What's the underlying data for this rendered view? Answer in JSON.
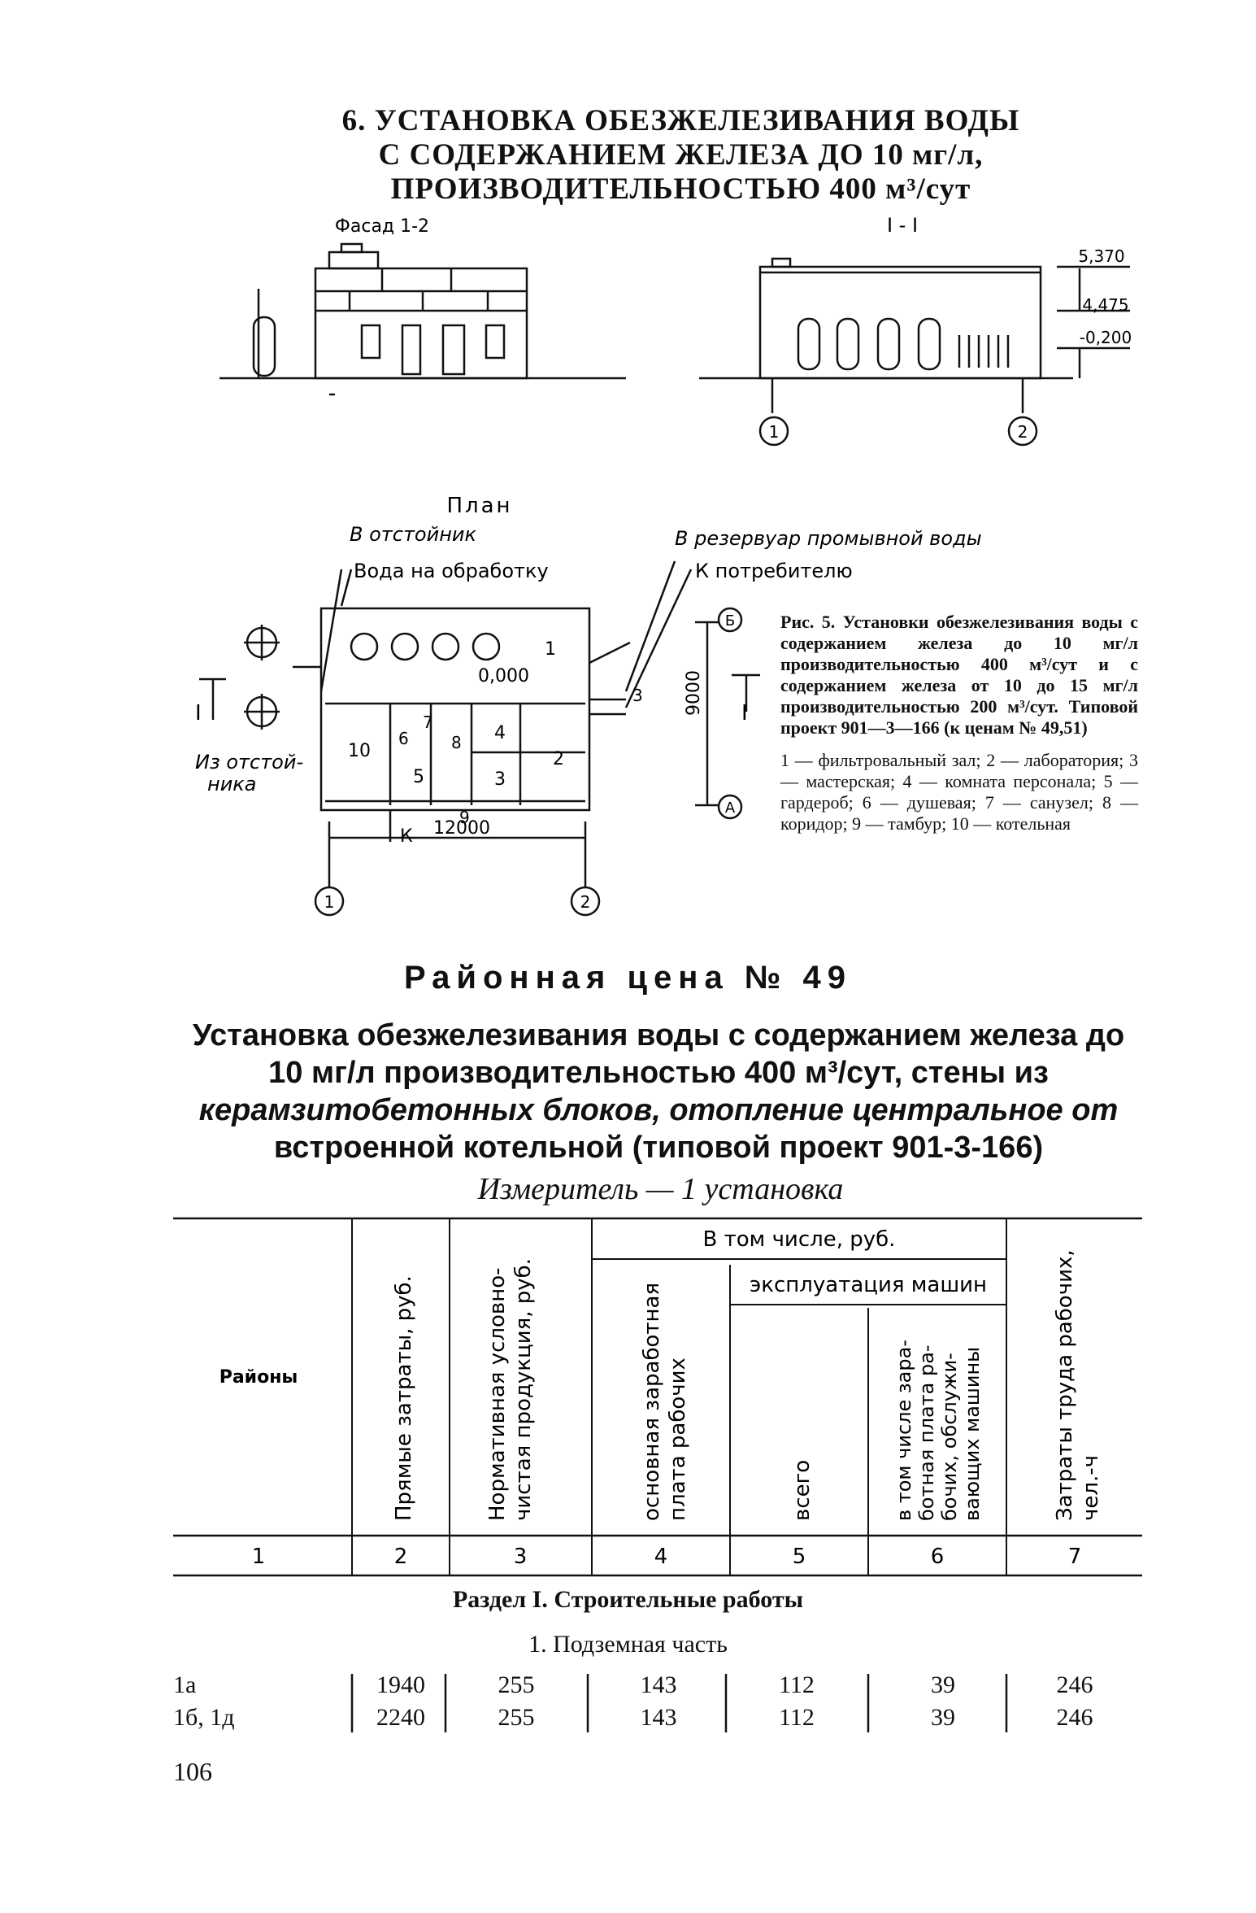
{
  "section": {
    "title_line1": "6. УСТАНОВКА ОБЕЗЖЕЛЕЗИВАНИЯ ВОДЫ",
    "title_line2": "С СОДЕРЖАНИЕМ ЖЕЛЕЗА ДО 10 мг/л,",
    "title_line3": "ПРОИЗВОДИТЕЛЬНОСТЬЮ 400 м³/сут"
  },
  "drawing": {
    "facade_label": "Фасад 1-2",
    "section_label": "I - I",
    "elev_top": "5,370",
    "elev_mid": "4,475",
    "elev_low": "-0,200",
    "axis_1": "1",
    "axis_2": "2",
    "plan_label": "План",
    "to_settler": "В отстойник",
    "water_treatment": "Вода на обработку",
    "to_wash_tank": "В резервуар промывной воды",
    "to_consumer": "К потребителю",
    "from_settler_1": "Из отстой-",
    "from_settler_2": "ника",
    "level_000": "0,000",
    "dim_9000": "9000",
    "dim_12000": "12000",
    "axis_A": "А",
    "axis_B": "Б",
    "mark_K": "К",
    "mark_I": "I",
    "mark_3": "3",
    "rooms": [
      "1",
      "2",
      "3",
      "4",
      "5",
      "6",
      "7",
      "8",
      "9",
      "10"
    ]
  },
  "caption": {
    "figure": "Рис. 5. Установки обезжелезивания воды с содержанием железа до 10 мг/л производительностью 400 м³/сут и с содержанием железа от 10 до 15 мг/л производительностью 200 м³/сут. Типовой проект 901—3—166 (к ценам № 49,51)",
    "legend": "1 — фильтровальный зал; 2 — лаборатория; 3 — мастерская; 4 — комната персонала; 5 — гардероб; 6 — душевая; 7 — санузел; 8 — коридор; 9 — тамбур; 10 — котельная"
  },
  "price": {
    "title": "Районная цена № 49",
    "desc_part1": "Установка обезжелезивания воды с содержанием железа до 10 мг/л производительностью 400 м³/сут, стены из",
    "desc_italic": "керамзитобетонных блоков, отопление центральное от",
    "desc_part2": "встроенной котельной (типовой проект 901-3-166)",
    "measure": "Измеритель — 1 установка"
  },
  "table": {
    "headers": {
      "regions": "Районы",
      "direct_costs": "Прямые затраты, руб.",
      "normative": "Нормативная условно-чистая продукция, руб.",
      "including": "В том числе, руб.",
      "basic_wage": "основная заработная плата рабочих",
      "machine_ops": "эксплуатация машин",
      "total": "всего",
      "incl_wage": "в том числе заработная плата рабочих, обслуживающих машины",
      "labor": "Затраты труда рабочих, чел.-ч"
    },
    "col_numbers": [
      "1",
      "2",
      "3",
      "4",
      "5",
      "6",
      "7"
    ],
    "section": "Раздел I. Строительные работы",
    "subsection": "1. Подземная часть",
    "rows": [
      {
        "region": "1а",
        "c2": "1940",
        "c3": "255",
        "c4": "143",
        "c5": "112",
        "c6": "39",
        "c7": "246"
      },
      {
        "region": "1б, 1д",
        "c2": "2240",
        "c3": "255",
        "c4": "143",
        "c5": "112",
        "c6": "39",
        "c7": "246"
      }
    ]
  },
  "page_number": "106"
}
